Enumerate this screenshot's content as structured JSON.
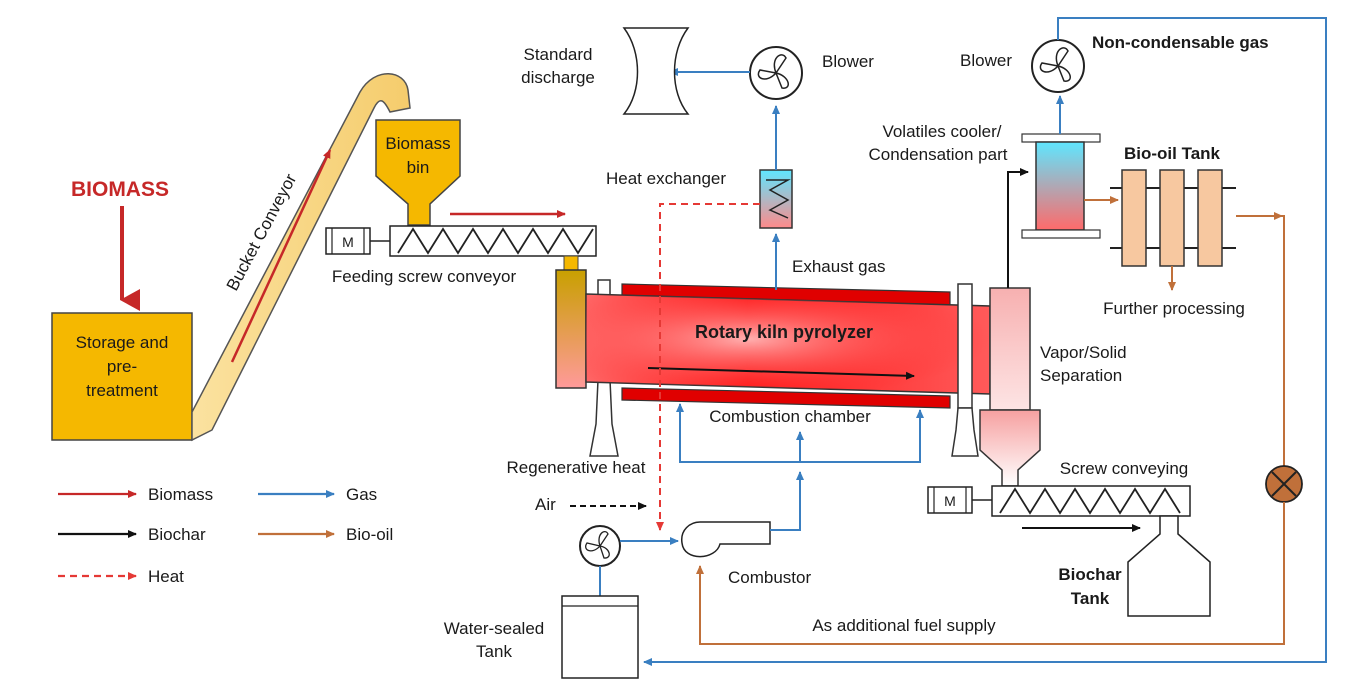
{
  "labels": {
    "biomass": "BIOMASS",
    "storage_line1": "Storage and",
    "storage_line2": "pre-",
    "storage_line3": "treatment",
    "bucket_conveyor": "Bucket Conveyor",
    "biomass_bin_line1": "Biomass",
    "biomass_bin_line2": "bin",
    "feeding_screw": "Feeding screw conveyor",
    "motor": "M",
    "rotary_kiln": "Rotary kiln pyrolyzer",
    "combustion_chamber": "Combustion chamber",
    "regenerative_heat": "Regenerative heat",
    "air": "Air",
    "combustor": "Combustor",
    "water_tank_line1": "Water-sealed",
    "water_tank_line2": "Tank",
    "heat_exchanger": "Heat exchanger",
    "exhaust_gas": "Exhaust gas",
    "standard_discharge_line1": "Standard",
    "standard_discharge_line2": "discharge",
    "blower_top": "Blower",
    "blower_right": "Blower",
    "non_condensable": "Non-condensable gas",
    "cooler_line1": "Volatiles cooler/",
    "cooler_line2": "Condensation part",
    "biooil_tank": "Bio-oil Tank",
    "further_processing": "Further processing",
    "vapor_line1": "Vapor/Solid",
    "vapor_line2": "Separation",
    "screw_conveying": "Screw conveying",
    "biochar_tank_line1": "Biochar",
    "biochar_tank_line2": "Tank",
    "fuel_supply": "As additional fuel supply"
  },
  "legend": [
    {
      "label": "Biomass",
      "color": "#c62828",
      "style": "solid"
    },
    {
      "label": "Gas",
      "color": "#3a7fc1",
      "style": "solid"
    },
    {
      "label": "Biochar",
      "color": "#111111",
      "style": "solid"
    },
    {
      "label": "Bio-oil",
      "color": "#c0703a",
      "style": "solid"
    },
    {
      "label": "Heat",
      "color": "#e53935",
      "style": "dashed"
    }
  ],
  "colors": {
    "biomass": "#c62828",
    "gas": "#3a7fc1",
    "biochar": "#111111",
    "biooil": "#c0703a",
    "heat": "#e53935",
    "storage_fill": "#f5b800",
    "conveyor_fill": "#f8d98a",
    "kiln_red": "#ff1a1a"
  }
}
